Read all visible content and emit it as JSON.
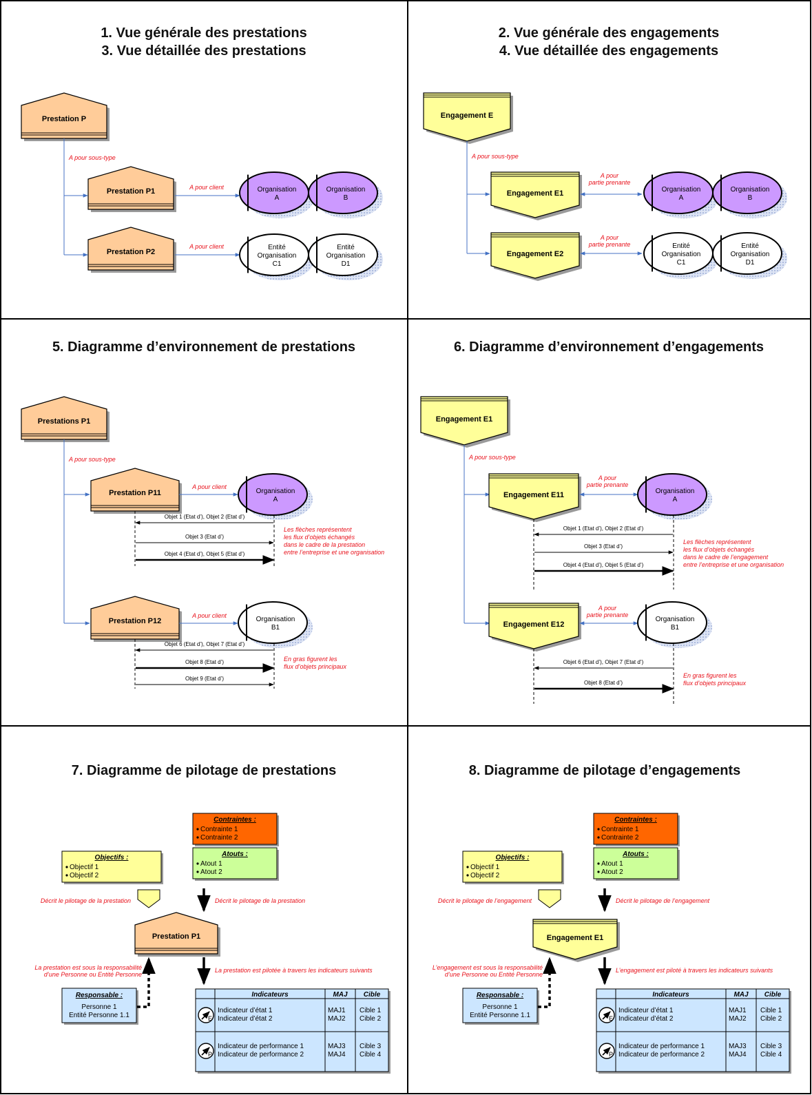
{
  "colors": {
    "prestation": "#ffcc99",
    "engagement": "#ffff99",
    "organisation": "#cc99ff",
    "contraintes": "#ff6600",
    "atouts": "#ccff99",
    "objectifs": "#ffff99",
    "responsable": "#cce6ff",
    "label_red": "#e8101a"
  },
  "q1": {
    "title1": "1. Vue générale des prestations",
    "title2": "3. Vue détaillée des prestations",
    "parent": "Prestation P",
    "subtype": "A pour sous-type",
    "child1": "Prestation P1",
    "child2": "Prestation P2",
    "client": "A pour client",
    "orgA": [
      "Organisation",
      "A"
    ],
    "orgB": [
      "Organisation",
      "B"
    ],
    "entC1": [
      "Entité",
      "Organisation",
      "C1"
    ],
    "entD1": [
      "Entité",
      "Organisation",
      "D1"
    ]
  },
  "q2": {
    "title1": "2. Vue générale des engagements",
    "title2": "4. Vue détaillée des engagements",
    "parent": "Engagement E",
    "subtype": "A pour sous-type",
    "child1": "Engagement E1",
    "child2": "Engagement E2",
    "partie": [
      "A pour",
      "partie prenante"
    ],
    "orgA": [
      "Organisation",
      "A"
    ],
    "orgB": [
      "Organisation",
      "B"
    ],
    "entC1": [
      "Entité",
      "Organisation",
      "C1"
    ],
    "entD1": [
      "Entité",
      "Organisation",
      "D1"
    ]
  },
  "q3": {
    "title": "5. Diagramme d’environnement de prestations",
    "parent": "Prestations P1",
    "subtype": "A pour sous-type",
    "child1": "Prestation P11",
    "child2": "Prestation P12",
    "client": "A pour client",
    "orgA": [
      "Organisation",
      "A"
    ],
    "orgB1": [
      "Organisation",
      "B1"
    ],
    "flows1": [
      "Objet 1 (Etat d’), Objet 2 (Etat d’)",
      "Objet 3 (Etat d’)",
      "Objet 4 (Etat d’), Objet 5 (Etat d’)"
    ],
    "flows2": [
      "Objet 6 (Etat d’), Objet 7 (Etat d’)",
      "Objet 8 (Etat d’)",
      "Objet 9 (Etat d’)"
    ],
    "note1": [
      "Les flèches représentent",
      "les flux d’objets échangés",
      "dans le cadre de la prestation",
      "entre l’entreprise et une organisation"
    ],
    "note2": [
      "En gras figurent les",
      "flux d’objets principaux"
    ]
  },
  "q4": {
    "title": "6. Diagramme d’environnement d’engagements",
    "parent": "Engagement E1",
    "subtype": "A pour sous-type",
    "child1": "Engagement E11",
    "child2": "Engagement E12",
    "partie": [
      "A pour",
      "partie prenante"
    ],
    "orgA": [
      "Organisation",
      "A"
    ],
    "orgB1": [
      "Organisation",
      "B1"
    ],
    "flows1": [
      "Objet 1 (Etat d’), Objet 2 (Etat d’)",
      "Objet 3 (Etat d’)",
      "Objet 4 (Etat d’), Objet 5 (Etat d’)"
    ],
    "flows2": [
      "Objet 6 (Etat d’), Objet 7 (Etat d’)",
      "Objet 8 (Etat d’)"
    ],
    "note1": [
      "Les flèches représentent",
      "les flux d’objets échangés",
      "dans le cadre de l’engagement",
      "entre l’entreprise et une organisation"
    ],
    "note2": [
      "En gras figurent les",
      "flux d’objets principaux"
    ]
  },
  "q5": {
    "title": "7. Diagramme de pilotage de prestations",
    "center": "Prestation P1",
    "contraintes_title": "Contraintes :",
    "contraintes": [
      "Contrainte 1",
      "Contrainte 2"
    ],
    "atouts_title": "Atouts :",
    "atouts": [
      "Atout 1",
      "Atout 2"
    ],
    "objectifs_title": "Objectifs :",
    "objectifs": [
      "Objectif 1",
      "Objectif 2"
    ],
    "decrit_left": "Décrit le pilotage de la prestation",
    "decrit_right": "Décrit le pilotage de la prestation",
    "resp_note": [
      "La prestation est sous la responsabilité",
      "d’une Personne ou Entité Personne"
    ],
    "pilot_note": "La prestation est pilotée à travers les indicateurs suivants",
    "resp_title": "Responsable :",
    "resp_lines": [
      "Personne 1",
      "Entité Personne 1.1"
    ],
    "table_headers": [
      "Indicateurs",
      "MAJ",
      "Cible"
    ],
    "etat": [
      "Indicateur d’état 1",
      "Indicateur d’état 2"
    ],
    "etat_maj": [
      "MAJ1",
      "MAJ2"
    ],
    "etat_cible": [
      "Cible 1",
      "Cible 2"
    ],
    "perf": [
      "Indicateur de performance 1",
      "Indicateur de performance 2"
    ],
    "perf_maj": [
      "MAJ3",
      "MAJ4"
    ],
    "perf_cible": [
      "Cible 3",
      "Cible 4"
    ],
    "icon_e": "E",
    "icon_p": "P"
  },
  "q6": {
    "title": "8. Diagramme de pilotage d’engagements",
    "center": "Engagement E1",
    "contraintes_title": "Contraintes :",
    "contraintes": [
      "Contrainte 1",
      "Contrainte 2"
    ],
    "atouts_title": "Atouts :",
    "atouts": [
      "Atout 1",
      "Atout 2"
    ],
    "objectifs_title": "Objectifs :",
    "objectifs": [
      "Objectif 1",
      "Objectif 2"
    ],
    "decrit_left": "Décrit le pilotage de l’engagement",
    "decrit_right": "Décrit le pilotage de l’engagement",
    "resp_note": [
      "L’engagement est sous la responsabilité",
      "d’une Personne ou Entité Personne"
    ],
    "pilot_note": "L’engagement est piloté à travers les indicateurs suivants",
    "resp_title": "Responsable :",
    "resp_lines": [
      "Personne 1",
      "Entité Personne 1.1"
    ],
    "table_headers": [
      "Indicateurs",
      "MAJ",
      "Cible"
    ],
    "etat": [
      "Indicateur d’état 1",
      "Indicateur d’état 2"
    ],
    "etat_maj": [
      "MAJ1",
      "MAJ2"
    ],
    "etat_cible": [
      "Cible 1",
      "Cible 2"
    ],
    "perf": [
      "Indicateur de performance 1",
      "Indicateur de performance 2"
    ],
    "perf_maj": [
      "MAJ3",
      "MAJ4"
    ],
    "perf_cible": [
      "Cible 3",
      "Cible 4"
    ],
    "icon_e": "E",
    "icon_p": "P"
  }
}
